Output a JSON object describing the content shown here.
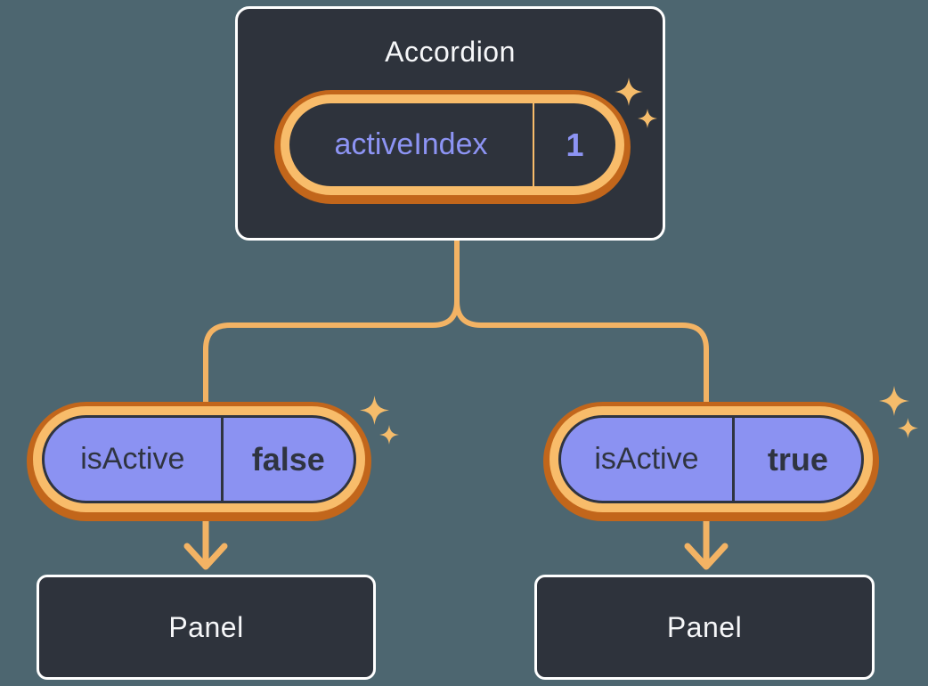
{
  "diagram": {
    "root": {
      "title": "Accordion",
      "state": {
        "label": "activeIndex",
        "value": "1"
      }
    },
    "children": [
      {
        "state": {
          "label": "isActive",
          "value": "false"
        },
        "panel": {
          "title": "Panel"
        }
      },
      {
        "state": {
          "label": "isActive",
          "value": "true"
        },
        "panel": {
          "title": "Panel"
        }
      }
    ],
    "icons": {
      "sparkle": "sparkle-icon"
    },
    "colors": {
      "background": "#4D6670",
      "node_fill": "#2E333C",
      "node_border": "#FFFFFF",
      "node_text": "#F6F7F9",
      "state_purple_fill": "#8B92F2",
      "state_text_dark": "#2F3440",
      "state_text_purple": "#8D94F4",
      "highlight_ring_outer": "#C2661B",
      "highlight_ring_inner": "#F8BC6A",
      "connector_line": "#F3B364",
      "sparkle": "#F5BC6B"
    }
  }
}
